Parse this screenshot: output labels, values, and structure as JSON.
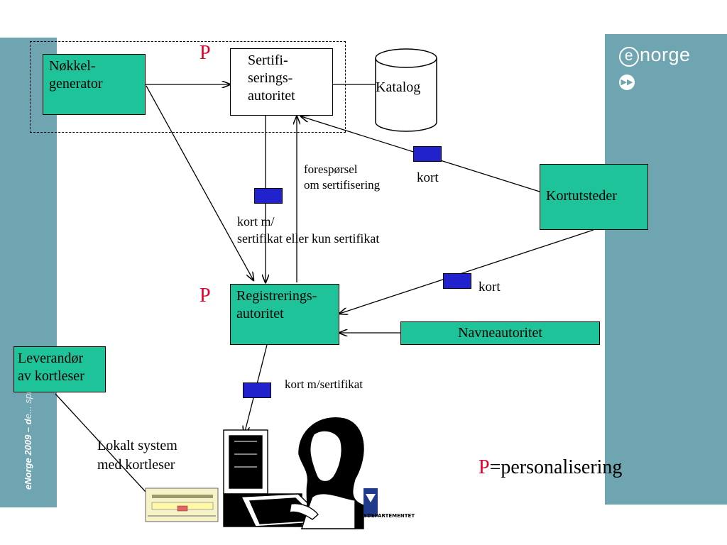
{
  "sidebar": {
    "footer_bold": "eNorge 2009 – d",
    "footer_tail": "e... spranget"
  },
  "brand": {
    "logo_e": "e",
    "logo_text": "norge",
    "forward_icon": "fast-forward-icon"
  },
  "nodes": {
    "key_generator": "Nøkkel-\ngenerator",
    "cert_authority": "Sertifi-\nserings-\nautoritet",
    "catalog": "Katalog",
    "card_issuer": "Kortutsteder",
    "registration_authority": "Registrerings-\nautoritet",
    "name_authority": "Navneautoritet",
    "card_reader_vendor": "Leverandør\nav kortleser"
  },
  "labels": {
    "cert_request": "forespørsel\nom sertifisering",
    "card_top": "kort",
    "card_with_cert_or_only_cert": "kort m/\nsertifikat eller kun sertifikat",
    "card_middle": "kort",
    "card_with_cert": "kort m/sertifikat",
    "local_system": "Lokalt system\nmed kortleser"
  },
  "legend": {
    "p_marker": "P",
    "p_definition": "=personalisering"
  },
  "markers": {
    "p_top": "P",
    "p_registration": "P"
  },
  "logo_stamp": "SDEPARTEMENTET",
  "colors": {
    "band": "#6fa4b1",
    "node_fill": "#1fc39a",
    "card_fill": "#2222cc",
    "p_marker": "#e4002b"
  }
}
